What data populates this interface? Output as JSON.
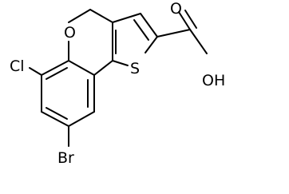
{
  "molecule": {
    "atoms": {
      "oxygen_ring": "O",
      "chlorine": "Cl",
      "sulfur": "S",
      "bromine": "Br",
      "carbonyl_oxygen": "O",
      "hydroxyl": "OH"
    }
  },
  "colors": {
    "bond": "#000000",
    "background": "#ffffff"
  }
}
